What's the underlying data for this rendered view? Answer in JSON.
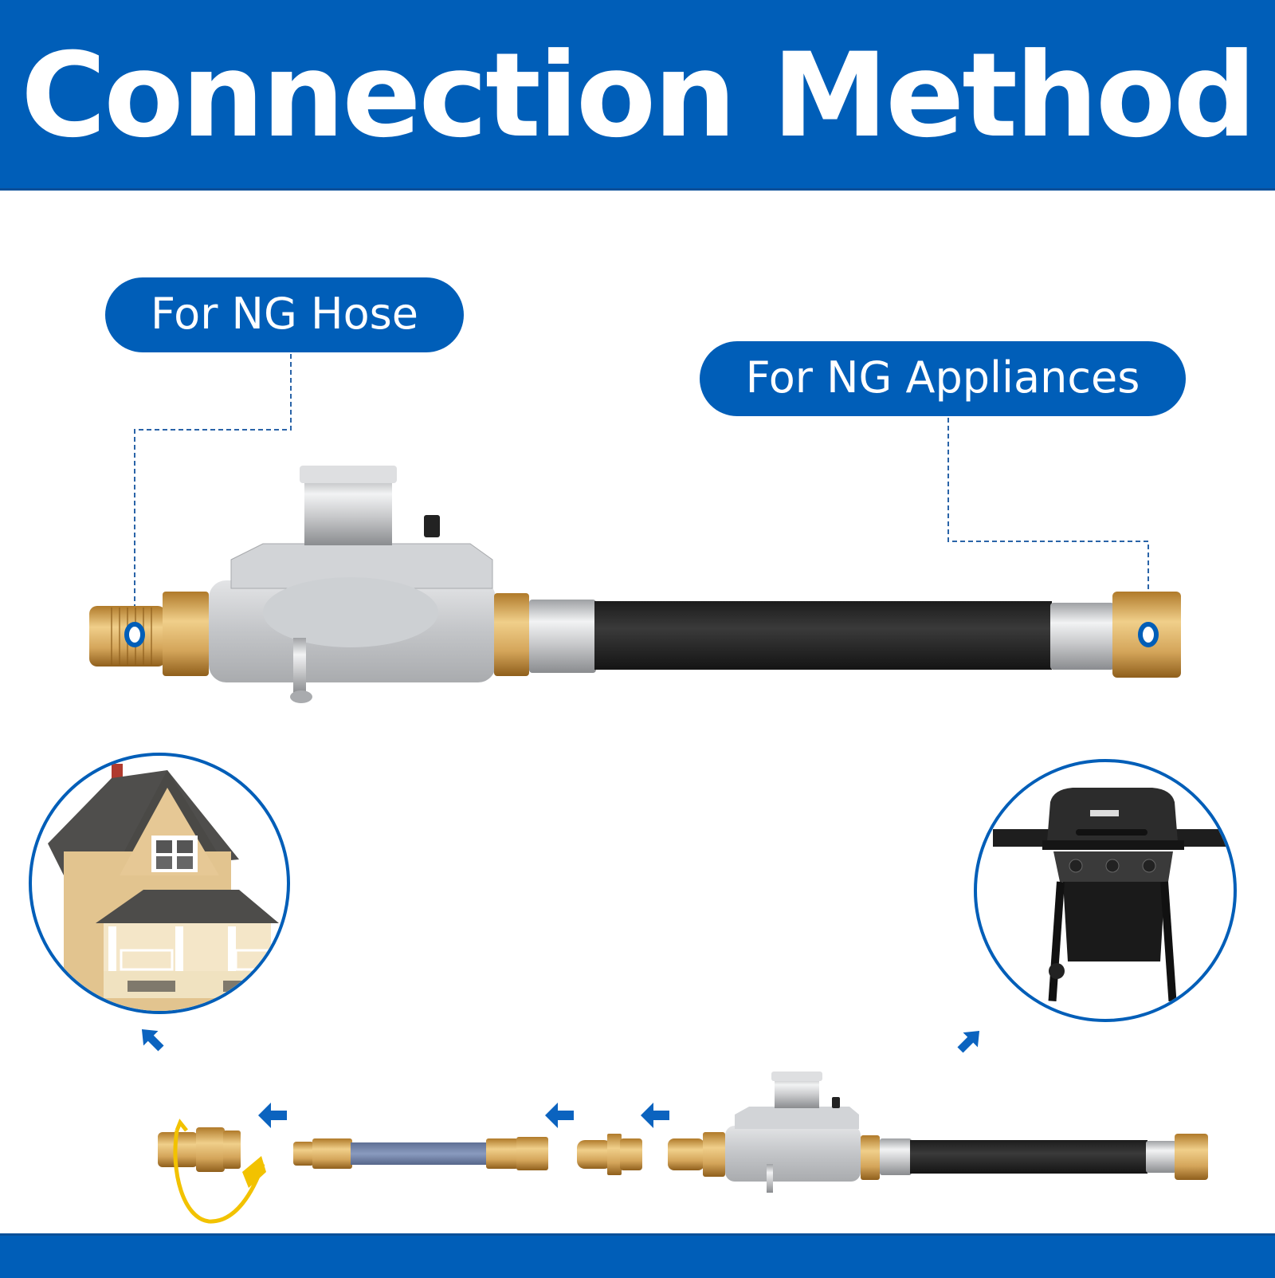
{
  "header": {
    "title": "Connection Method"
  },
  "callouts": {
    "ng_hose": {
      "label": "For NG Hose"
    },
    "ng_appliances": {
      "label": "For NG Appliances"
    }
  },
  "images": {
    "main_product": "regulator-with-black-hose-icon",
    "house": "house-icon",
    "grill": "gas-grill-icon"
  },
  "assembly_sequence": [
    {
      "name": "quick-connect-socket-with-yellow-cap"
    },
    {
      "name": "blue-braided-hose-with-quick-plug"
    },
    {
      "name": "brass-flare-adapter"
    },
    {
      "name": "regulator-with-black-hose"
    }
  ],
  "colors": {
    "brand_blue": "#005EB8",
    "brass": "#D4A55A",
    "hose_black": "#2a2a2a",
    "steel": "#c8c9cb",
    "cap_yellow": "#F2C200"
  }
}
